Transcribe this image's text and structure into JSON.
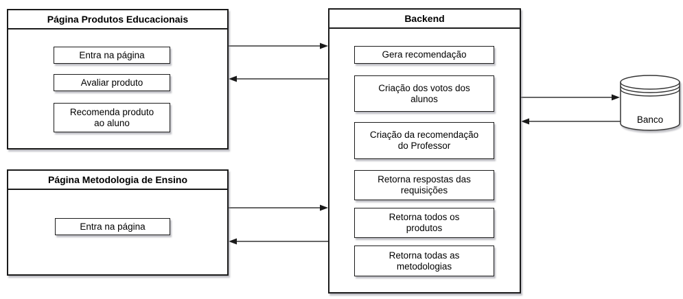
{
  "colors": {
    "stroke": "#1a1a1a",
    "fill": "#ffffff",
    "text": "#000000",
    "shadow": "#8c8c96"
  },
  "nodes": {
    "produtos": {
      "title": "Página Produtos Educacionais",
      "items": [
        "Entra na página",
        "Avaliar produto",
        "Recomenda produto\nao aluno"
      ]
    },
    "metodologia": {
      "title": "Página Metodologia de Ensino",
      "items": [
        "Entra na página"
      ]
    },
    "backend": {
      "title": "Backend",
      "items": [
        "Gera recomendação",
        "Criação dos votos dos\nalunos",
        "Criação da recomendação\ndo Professor",
        "Retorna respostas das\nrequisições",
        "Retorna todos os\nprodutos",
        "Retorna todas as\nmetodologias"
      ]
    },
    "banco": {
      "label": "Banco"
    }
  },
  "connections": [
    {
      "from": "pagina-produtos",
      "to": "backend"
    },
    {
      "from": "backend",
      "to": "pagina-produtos"
    },
    {
      "from": "pagina-metodologia",
      "to": "backend"
    },
    {
      "from": "backend",
      "to": "pagina-metodologia"
    },
    {
      "from": "backend",
      "to": "banco"
    },
    {
      "from": "banco",
      "to": "backend"
    }
  ]
}
